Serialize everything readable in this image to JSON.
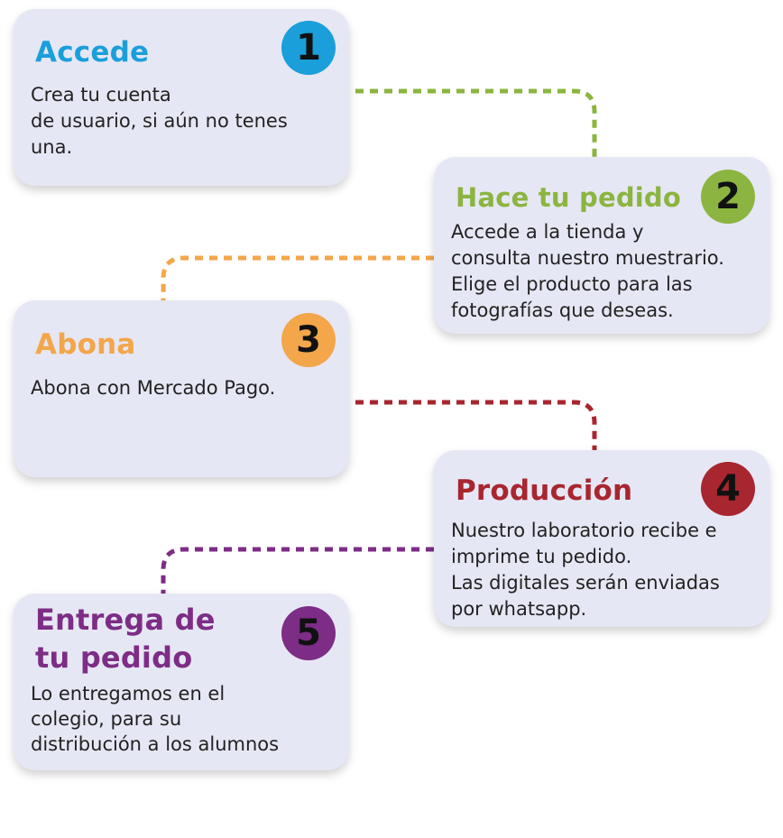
{
  "colors": {
    "step1": "#1a9fdb",
    "step2": "#8bb540",
    "step3": "#f3a64a",
    "step4": "#a8262f",
    "step5": "#7d2d86",
    "card_bg": "#e6e7f4",
    "text": "#222222"
  },
  "steps": [
    {
      "number": "1",
      "title": "Accede",
      "body": "Crea tu cuenta\nde  usuario, si aún no tenes\nuna."
    },
    {
      "number": "2",
      "title": "Hace tu pedido",
      "body": "Accede a la tienda y\nconsulta nuestro muestrario.\nElige el producto para las\nfotografías que deseas."
    },
    {
      "number": "3",
      "title": "Abona",
      "body": "Abona con Mercado Pago."
    },
    {
      "number": "4",
      "title": "Producción",
      "body": "Nuestro laboratorio recibe e\nimprime tu pedido.\nLas digitales serán enviadas\npor whatsapp."
    },
    {
      "number": "5",
      "title": "Entrega de tu pedido",
      "body": "Lo entregamos en el\ncolegio, para su\ndistribución a los alumnos"
    }
  ]
}
